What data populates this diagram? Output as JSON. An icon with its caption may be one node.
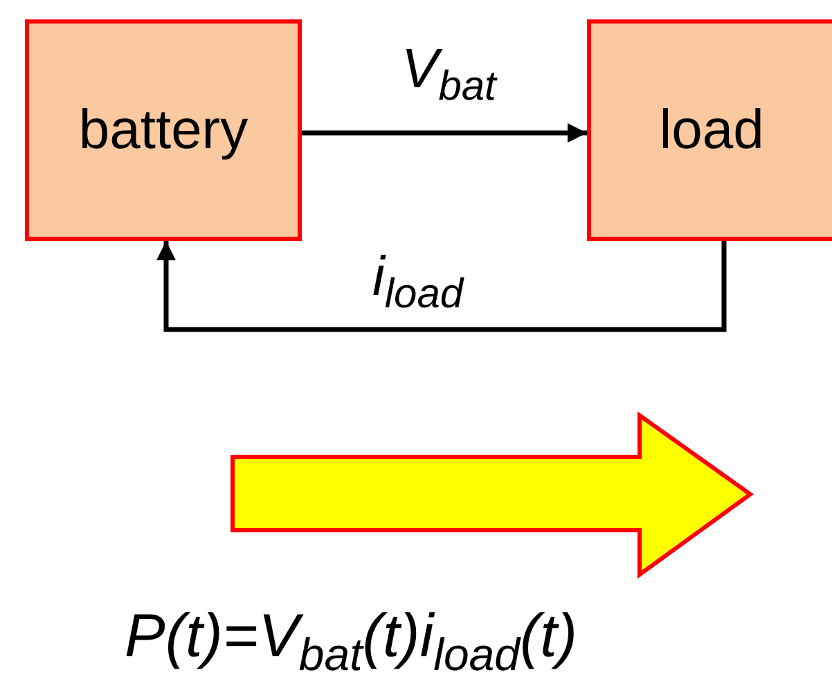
{
  "diagram": {
    "nodes": [
      {
        "text": [
          "battery"
        ]
      },
      {
        "text": [
          "load"
        ]
      }
    ],
    "edges": [
      {
        "from": 0,
        "to": 1,
        "arrow": "to",
        "label": "V$_{bat}$"
      },
      {
        "from": 1,
        "to": 0,
        "arrow": "to",
        "label": "i$_{load}$"
      }
    ],
    "labels": [
      "P(t)=V$_{bat}$(t)i$_{load}$(t)"
    ]
  }
}
